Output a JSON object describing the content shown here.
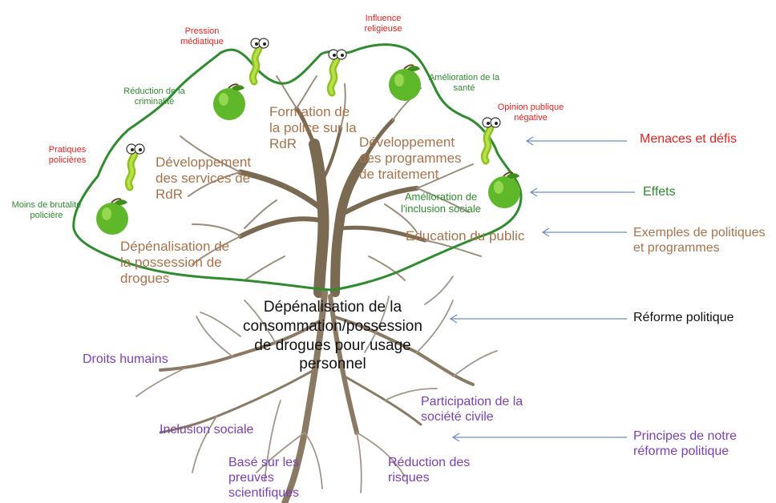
{
  "colors": {
    "threat": "#e8201e",
    "effect": "#2c8b2c",
    "policy": "#a8724a",
    "principle": "#7b3fb5",
    "reform": "#111111",
    "arrow": "#6a8fc4",
    "outline": "#2e8b2e",
    "trunk": "#7a6a52"
  },
  "threats": {
    "pression": "Pression\nmédiatique",
    "influence": "Influence\nreligieuse",
    "opinion": "Opinion publique\nnégative",
    "pratiques": "Pratiques\npolicières"
  },
  "effects": {
    "criminalite": "Réduction de la\ncriminalité",
    "sante": "Amélioration de la\nsanté",
    "brutalite": "Moins de brutalité\npolicière",
    "inclusion": "Amélioration de\nl'inclusion sociale"
  },
  "policies": {
    "formation": "Formation de\nla police sur la\nRdR",
    "dev_services": "Développement\ndes services de\nRdR",
    "dev_programmes": "Développement\ndes programmes\nde traitement",
    "depenalisation": "Dépénalisation de\nla possession de\ndrogues",
    "education": "Education du public"
  },
  "reform": "Dépénalisation de la\nconsommation/possession\nde drogues pour usage\npersonnel",
  "principles": {
    "droits": "Droits humains",
    "inclusion": "Inclusion sociale",
    "preuves": "Basé sur les\npreuves\nscientifiques",
    "participation": "Participation de la\nsociété civile",
    "risques": "Réduction des\nrisques"
  },
  "legend": {
    "menaces": "Menaces et défis",
    "effets": "Effets",
    "exemples": "Exemples de politiques\net programmes",
    "reforme": "Réforme politique",
    "principes": "Principes de notre\nréforme politique"
  },
  "icons": {
    "worm": "worm-icon",
    "apple": "apple-icon"
  }
}
